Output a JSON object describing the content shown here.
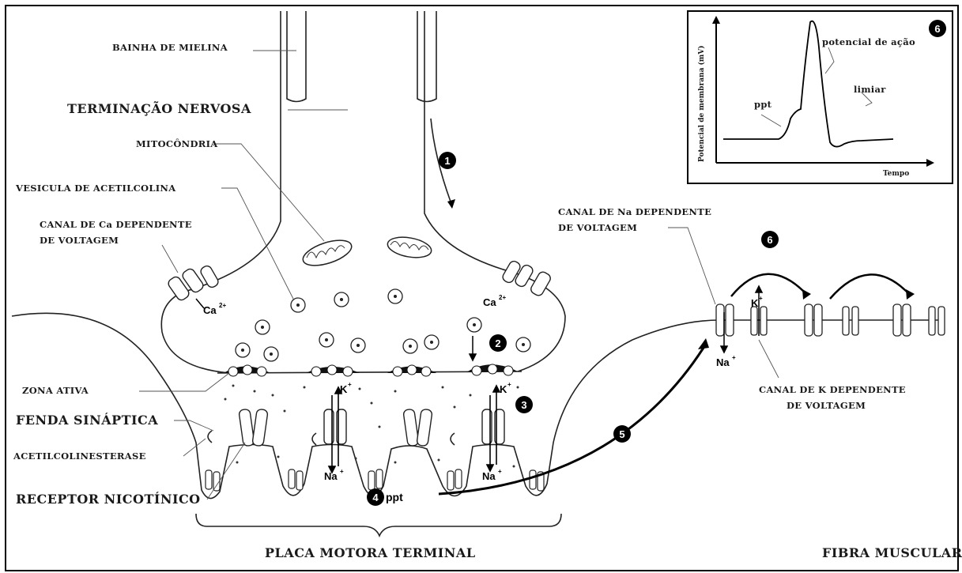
{
  "labels": {
    "bainha": "BAINHA DE MIELINA",
    "terminacao": "TERMINAÇÃO NERVOSA",
    "mitocondria": "MITOCÔNDRIA",
    "vesicula": "VESICULA DE ACETILCOLINA",
    "canal_ca_1": "CANAL DE Ca DEPENDENTE",
    "canal_ca_2": "DE VOLTAGEM",
    "zona_ativa": "ZONA ATIVA",
    "fenda": "FENDA SINÁPTICA",
    "acetilcolinesterase": "ACETILCOLINESTERASE",
    "receptor": "RECEPTOR NICOTÍNICO",
    "placa": "PLACA MOTORA TERMINAL",
    "fibra": "FIBRA MUSCULAR",
    "canal_na_1": "CANAL DE Na DEPENDENTE",
    "canal_na_2": "DE VOLTAGEM",
    "canal_k_1": "CANAL DE K DEPENDENTE",
    "canal_k_2": "DE VOLTAGEM"
  },
  "ions": {
    "ca": "Ca",
    "ca_charge": "2+",
    "na": "Na",
    "k": "K",
    "plus": "+",
    "ppt": "ppt"
  },
  "steps": [
    "1",
    "2",
    "3",
    "4",
    "5",
    "6"
  ],
  "inset": {
    "ylabel": "Potencial de membrana (mV)",
    "xlabel": "Tempo",
    "ppt": "ppt",
    "action_potential": "potencial de ação",
    "threshold": "limiar"
  }
}
